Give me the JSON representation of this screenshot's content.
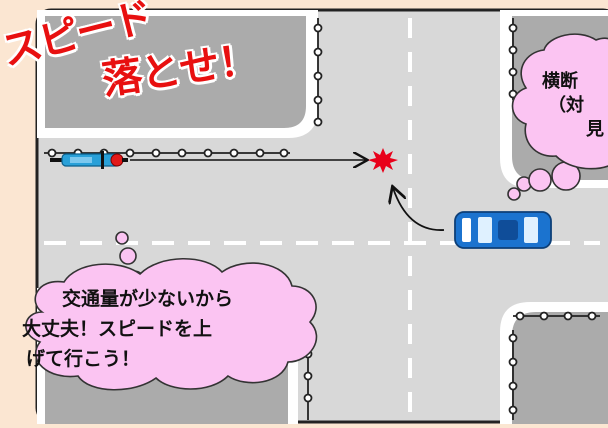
{
  "headline": {
    "line1": "スピード",
    "line2": "落とせ！"
  },
  "bubble_bottom_left": {
    "lines": [
      "交通量が少ないから",
      "大丈夫！スピードを上",
      "げて行こう！"
    ]
  },
  "bubble_top_right": {
    "lines": [
      "横断",
      "（対",
      "見"
    ]
  },
  "colors": {
    "road": "#d8d8d8",
    "block": "#ababab",
    "bubble": "#fbc4f2",
    "headline": "#e81010",
    "car": "#1b73cf",
    "bike": "#29a0d8",
    "crash": "#e8001a"
  },
  "icons": {
    "car": "car-topdown-icon",
    "bike": "motorbike-topdown-icon",
    "crash": "collision-burst-icon"
  }
}
